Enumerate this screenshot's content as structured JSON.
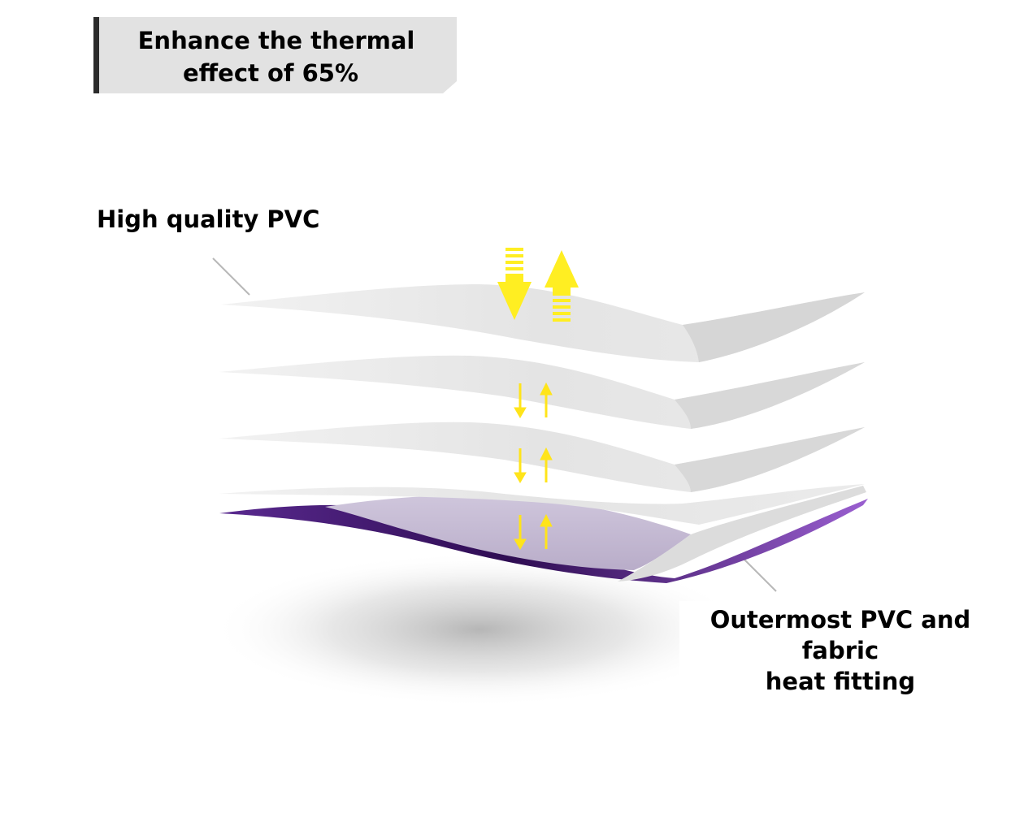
{
  "banner": {
    "line1": "Enhance the thermal",
    "line2": "effect of 65%"
  },
  "labels": {
    "top": "High quality PVC",
    "bottom_line1": "Outermost PVC and fabric",
    "bottom_line2": "heat fitting"
  },
  "colors": {
    "banner_bg": "#e2e2e2",
    "banner_accent": "#2b2b2b",
    "layer": "#e6e6e6",
    "layer_edge": "#d3d3d3",
    "purple_dark": "#3a1060",
    "purple_light": "#8f55c4",
    "arrow": "#ffee22",
    "shadow": "#bdbdbd",
    "leader": "#b8b8b8"
  },
  "icons": {
    "heat_arrows": "up-down-arrows-icon"
  }
}
